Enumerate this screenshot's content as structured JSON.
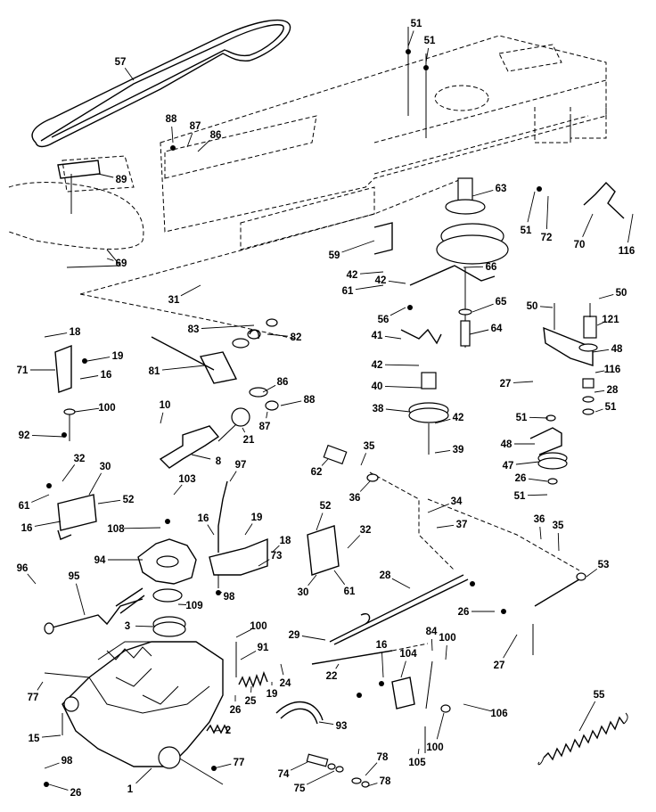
{
  "diagram": {
    "labels": [
      {
        "id": "57",
        "text": "57"
      },
      {
        "id": "51a",
        "text": "51"
      },
      {
        "id": "51b",
        "text": "51"
      },
      {
        "id": "88a",
        "text": "88"
      },
      {
        "id": "87a",
        "text": "87"
      },
      {
        "id": "86a",
        "text": "86"
      },
      {
        "id": "89",
        "text": "89"
      },
      {
        "id": "63",
        "text": "63"
      },
      {
        "id": "51c",
        "text": "51"
      },
      {
        "id": "72",
        "text": "72"
      },
      {
        "id": "70",
        "text": "70"
      },
      {
        "id": "116a",
        "text": "116"
      },
      {
        "id": "69",
        "text": "69"
      },
      {
        "id": "59",
        "text": "59"
      },
      {
        "id": "42a",
        "text": "42"
      },
      {
        "id": "61a",
        "text": "61"
      },
      {
        "id": "66",
        "text": "66"
      },
      {
        "id": "42b",
        "text": "42"
      },
      {
        "id": "31",
        "text": "31"
      },
      {
        "id": "56",
        "text": "56"
      },
      {
        "id": "65",
        "text": "65"
      },
      {
        "id": "50a",
        "text": "50"
      },
      {
        "id": "50b",
        "text": "50"
      },
      {
        "id": "121",
        "text": "121"
      },
      {
        "id": "83",
        "text": "83"
      },
      {
        "id": "82",
        "text": "82"
      },
      {
        "id": "64",
        "text": "64"
      },
      {
        "id": "18a",
        "text": "18"
      },
      {
        "id": "41",
        "text": "41"
      },
      {
        "id": "48a",
        "text": "48"
      },
      {
        "id": "19a",
        "text": "19"
      },
      {
        "id": "71",
        "text": "71"
      },
      {
        "id": "81",
        "text": "81"
      },
      {
        "id": "42c",
        "text": "42"
      },
      {
        "id": "116b",
        "text": "116"
      },
      {
        "id": "16a",
        "text": "16"
      },
      {
        "id": "86b",
        "text": "86"
      },
      {
        "id": "27a",
        "text": "27"
      },
      {
        "id": "40",
        "text": "40"
      },
      {
        "id": "28a",
        "text": "28"
      },
      {
        "id": "88b",
        "text": "88"
      },
      {
        "id": "100a",
        "text": "100"
      },
      {
        "id": "10",
        "text": "10"
      },
      {
        "id": "38",
        "text": "38"
      },
      {
        "id": "51d",
        "text": "51"
      },
      {
        "id": "87b",
        "text": "87"
      },
      {
        "id": "42d",
        "text": "42"
      },
      {
        "id": "51e",
        "text": "51"
      },
      {
        "id": "92",
        "text": "92"
      },
      {
        "id": "21",
        "text": "21"
      },
      {
        "id": "39",
        "text": "39"
      },
      {
        "id": "48b",
        "text": "48"
      },
      {
        "id": "35a",
        "text": "35"
      },
      {
        "id": "8",
        "text": "8"
      },
      {
        "id": "32a",
        "text": "32"
      },
      {
        "id": "30a",
        "text": "30"
      },
      {
        "id": "97",
        "text": "97"
      },
      {
        "id": "62",
        "text": "62"
      },
      {
        "id": "47",
        "text": "47"
      },
      {
        "id": "36a",
        "text": "36"
      },
      {
        "id": "103",
        "text": "103"
      },
      {
        "id": "26a",
        "text": "26"
      },
      {
        "id": "52a",
        "text": "52"
      },
      {
        "id": "61b",
        "text": "61"
      },
      {
        "id": "34",
        "text": "34"
      },
      {
        "id": "51f",
        "text": "51"
      },
      {
        "id": "16b",
        "text": "16"
      },
      {
        "id": "52b",
        "text": "52"
      },
      {
        "id": "108",
        "text": "108"
      },
      {
        "id": "16c",
        "text": "16"
      },
      {
        "id": "19b",
        "text": "19"
      },
      {
        "id": "37",
        "text": "37"
      },
      {
        "id": "36b",
        "text": "36"
      },
      {
        "id": "35b",
        "text": "35"
      },
      {
        "id": "32b",
        "text": "32"
      },
      {
        "id": "18b",
        "text": "18"
      },
      {
        "id": "94",
        "text": "94"
      },
      {
        "id": "73",
        "text": "73"
      },
      {
        "id": "96",
        "text": "96"
      },
      {
        "id": "30b",
        "text": "30"
      },
      {
        "id": "61c",
        "text": "61"
      },
      {
        "id": "53",
        "text": "53"
      },
      {
        "id": "28b",
        "text": "28"
      },
      {
        "id": "95",
        "text": "95"
      },
      {
        "id": "98",
        "text": "98"
      },
      {
        "id": "109",
        "text": "109"
      },
      {
        "id": "26b",
        "text": "26"
      },
      {
        "id": "3",
        "text": "3"
      },
      {
        "id": "100b",
        "text": "100"
      },
      {
        "id": "29",
        "text": "29"
      },
      {
        "id": "27b",
        "text": "27"
      },
      {
        "id": "91",
        "text": "91"
      },
      {
        "id": "84",
        "text": "84"
      },
      {
        "id": "100c",
        "text": "100"
      },
      {
        "id": "104",
        "text": "104"
      },
      {
        "id": "16d",
        "text": "16"
      },
      {
        "id": "22",
        "text": "22"
      },
      {
        "id": "24",
        "text": "24"
      },
      {
        "id": "19c",
        "text": "19"
      },
      {
        "id": "25",
        "text": "25"
      },
      {
        "id": "55",
        "text": "55"
      },
      {
        "id": "77a",
        "text": "77"
      },
      {
        "id": "26c",
        "text": "26"
      },
      {
        "id": "106",
        "text": "106"
      },
      {
        "id": "93",
        "text": "93"
      },
      {
        "id": "15",
        "text": "15"
      },
      {
        "id": "2",
        "text": "2"
      },
      {
        "id": "100d",
        "text": "100"
      },
      {
        "id": "105",
        "text": "105"
      },
      {
        "id": "98b",
        "text": "98"
      },
      {
        "id": "77b",
        "text": "77"
      },
      {
        "id": "78a",
        "text": "78"
      },
      {
        "id": "74",
        "text": "74"
      },
      {
        "id": "75",
        "text": "75"
      },
      {
        "id": "78b",
        "text": "78"
      },
      {
        "id": "26d",
        "text": "26"
      },
      {
        "id": "1",
        "text": "1"
      }
    ]
  }
}
